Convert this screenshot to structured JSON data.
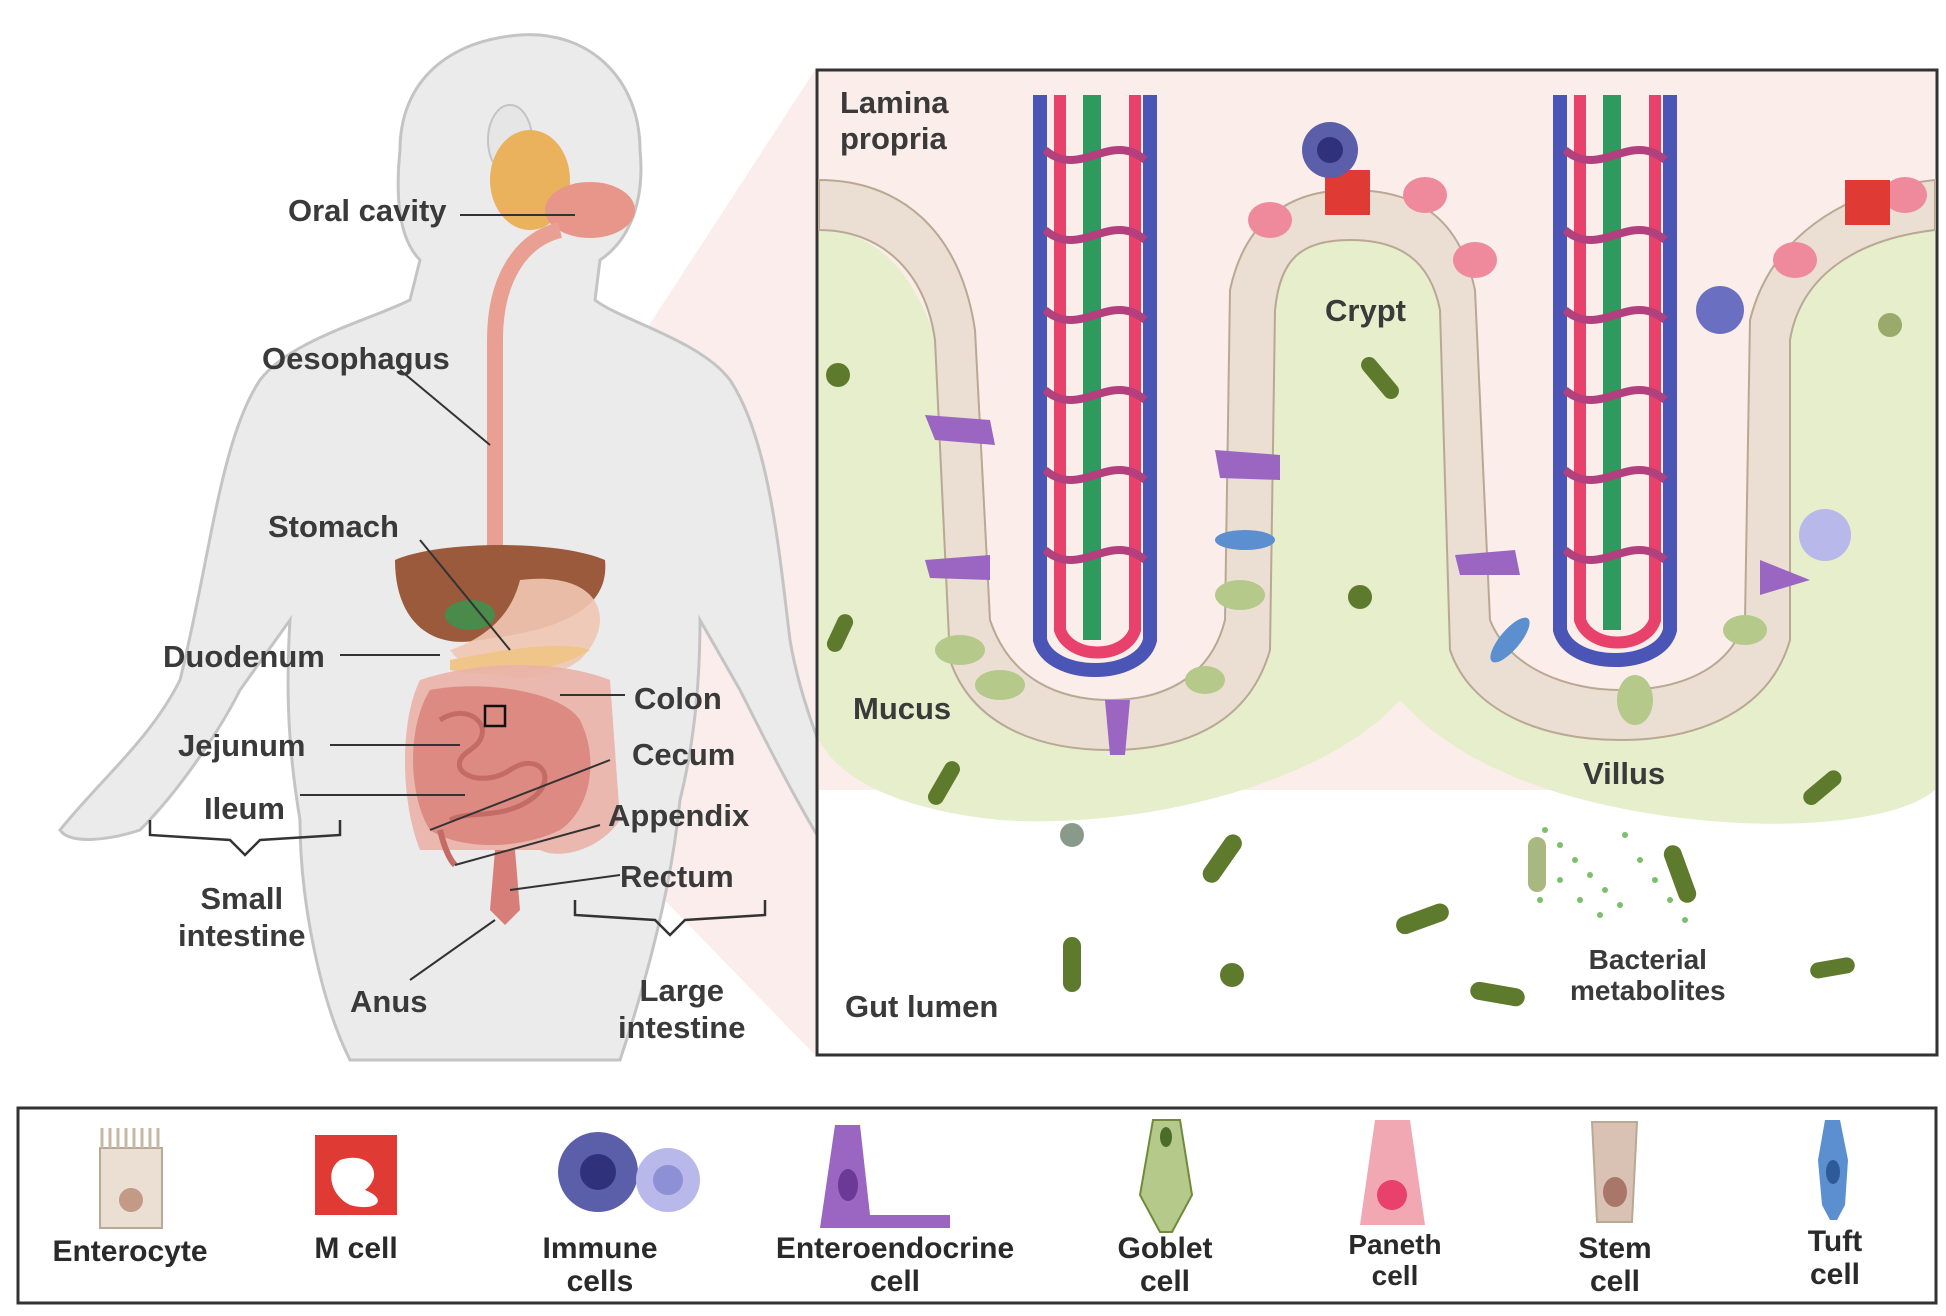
{
  "anatomy": {
    "oral_cavity": "Oral cavity",
    "oesophagus": "Oesophagus",
    "stomach": "Stomach",
    "duodenum": "Duodenum",
    "jejunum": "Jejunum",
    "ileum": "Ileum",
    "small_intestine": [
      "Small",
      "intestine"
    ],
    "colon": "Colon",
    "cecum": "Cecum",
    "appendix": "Appendix",
    "rectum": "Rectum",
    "large_intestine": [
      "Large",
      "intestine"
    ],
    "anus": "Anus"
  },
  "panel": {
    "lamina_propria": [
      "Lamina",
      "propria"
    ],
    "crypt": "Crypt",
    "mucus": "Mucus",
    "villus": "Villus",
    "gut_lumen": "Gut lumen",
    "bacterial_metabolites": [
      "Bacterial",
      "metabolites"
    ]
  },
  "legend": [
    {
      "line1": "Enterocyte",
      "line2": ""
    },
    {
      "line1": "M cell",
      "line2": ""
    },
    {
      "line1": "Immune",
      "line2": "cells"
    },
    {
      "line1": "Enteroendocrine",
      "line2": "cell"
    },
    {
      "line1": "Goblet",
      "line2": "cell"
    },
    {
      "line1": "Paneth",
      "line2": "cell"
    },
    {
      "line1": "Stem",
      "line2": "cell"
    },
    {
      "line1": "Tuft",
      "line2": "cell"
    }
  ],
  "colors": {
    "body": "#e9e9e9",
    "panel_bg": "#fbeeea",
    "mucus": "#e8efcc",
    "artery": "#e8416b",
    "vein": "#4b55b5",
    "lymph": "#2e9a5e",
    "bacteria": "#5e7a2c"
  }
}
